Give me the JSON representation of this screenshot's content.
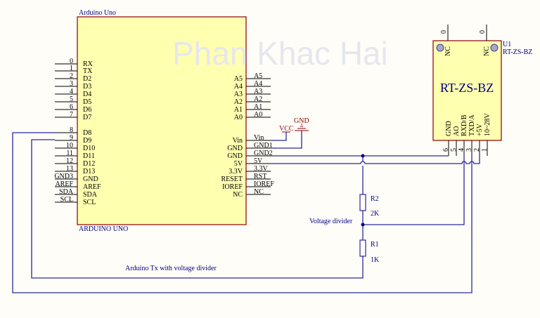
{
  "watermark": "Phan Khac Hai",
  "arduino": {
    "title": "Arduino Uno",
    "footer": "ARDUINO UNO",
    "left_pins": [
      {
        "num": "0",
        "label": "RX"
      },
      {
        "num": "1",
        "label": "TX"
      },
      {
        "num": "2",
        "label": "D2"
      },
      {
        "num": "3",
        "label": "D3"
      },
      {
        "num": "4",
        "label": "D4"
      },
      {
        "num": "5",
        "label": "D5"
      },
      {
        "num": "6",
        "label": "D6"
      },
      {
        "num": "7",
        "label": "D7"
      },
      {
        "num": "8",
        "label": "D8"
      },
      {
        "num": "9",
        "label": "D9"
      },
      {
        "num": "10",
        "label": "D10"
      },
      {
        "num": "11",
        "label": "D11"
      },
      {
        "num": "12",
        "label": "D12"
      },
      {
        "num": "13",
        "label": "D13"
      },
      {
        "num": "GND3",
        "label": "GND"
      },
      {
        "num": "AREF",
        "label": "AREF"
      },
      {
        "num": "SDA",
        "label": "SDA"
      },
      {
        "num": "SCL",
        "label": "SCL"
      }
    ],
    "right_pins": [
      {
        "inner": "A5",
        "outer": "A5"
      },
      {
        "inner": "A4",
        "outer": "A4"
      },
      {
        "inner": "A3",
        "outer": "A3"
      },
      {
        "inner": "A2",
        "outer": "A2"
      },
      {
        "inner": "A1",
        "outer": "A1"
      },
      {
        "inner": "A0",
        "outer": "A0"
      },
      {
        "inner": "Vin",
        "outer": "Vin"
      },
      {
        "inner": "GND",
        "outer": "GND1"
      },
      {
        "inner": "GND",
        "outer": "GND2"
      },
      {
        "inner": "5V",
        "outer": "5V"
      },
      {
        "inner": "3.3V",
        "outer": "3.3V"
      },
      {
        "inner": "RESET",
        "outer": "RST"
      },
      {
        "inner": "IOREF",
        "outer": "IOREF"
      },
      {
        "inner": "NC",
        "outer": "NC"
      }
    ]
  },
  "power": {
    "vcc": "VCC",
    "gnd": "GND"
  },
  "module": {
    "designator": "U1",
    "part": "RT-ZS-BZ",
    "body_label": "RT-ZS-BZ",
    "top_pins": [
      {
        "num": "0",
        "label": "NC"
      },
      {
        "num": "0",
        "label": "NC"
      }
    ],
    "bottom_pins": [
      {
        "num": "6",
        "label": "GND"
      },
      {
        "num": "5",
        "label": "AO"
      },
      {
        "num": "4",
        "label": "RXD/B"
      },
      {
        "num": "3",
        "label": "TXD/A"
      },
      {
        "num": "2",
        "label": "+5V"
      },
      {
        "num": "1",
        "label": "10~28V"
      }
    ]
  },
  "resistors": [
    {
      "ref": "R2",
      "value": "2K"
    },
    {
      "ref": "R1",
      "value": "1K"
    }
  ],
  "notes": {
    "divider": "Voltage divider",
    "tx": "Arduino Tx with voltage divider"
  }
}
